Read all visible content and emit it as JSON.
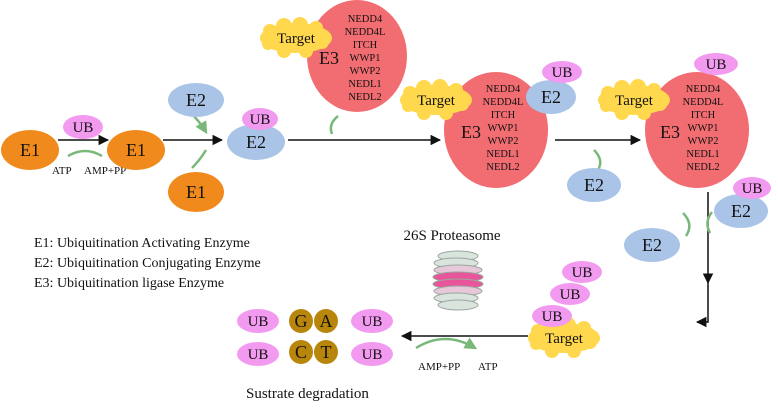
{
  "labels": {
    "e1": "E1",
    "e2": "E2",
    "e3": "E3",
    "ub": "UB",
    "target": "Target",
    "atp": "ATP",
    "amp_pp": "AMP+PP",
    "proteasome": "26S Proteasome",
    "degradation": "Sustrate degradation"
  },
  "ligases": [
    "NEDD4",
    "NEDD4L",
    "ITCH",
    "WWP1",
    "WWP2",
    "NEDL1",
    "NEDL2"
  ],
  "legend": [
    "E1:  Ubiquitination Activating Enzyme",
    "E2:  Ubiquitination Conjugating Enzyme",
    "E3:  Ubiquitination ligase Enzyme"
  ],
  "fragments": [
    "G",
    "A",
    "C",
    "T"
  ],
  "colors": {
    "e1": "#f08a1c",
    "e2": "#a9c4e6",
    "e3": "#f26d72",
    "ub": "#f29af0",
    "target": "#ffd84d",
    "fragment": "#b8860b",
    "curve": "#7ab87a"
  }
}
